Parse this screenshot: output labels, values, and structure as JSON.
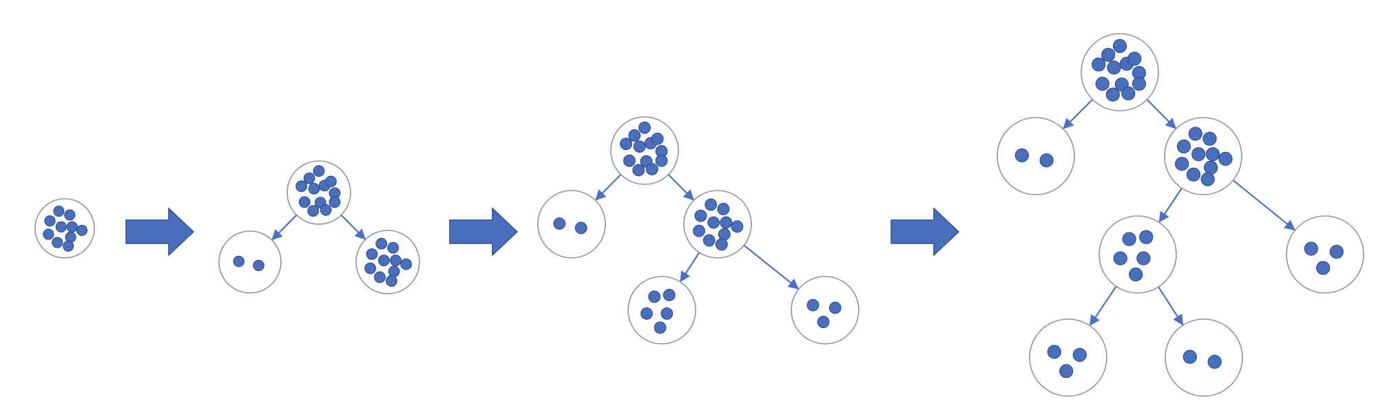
{
  "colors": {
    "background": "#ffffff",
    "node_outline": "#8a94a6",
    "dot_fill": "#4a6fbd",
    "dot_stroke": "#2f4f8f",
    "edge": "#4a72c4",
    "arrow_fill": "#4a6fbd",
    "arrow_stroke": "#2f4f8f"
  },
  "stages": [
    {
      "name": "stage-1",
      "nodes": [
        {
          "id": "root",
          "points": 10
        }
      ],
      "edges": []
    },
    {
      "name": "stage-2",
      "nodes": [
        {
          "id": "root",
          "points": 12
        },
        {
          "id": "left",
          "points": 2
        },
        {
          "id": "right",
          "points": 10
        }
      ],
      "edges": [
        [
          "root",
          "left"
        ],
        [
          "root",
          "right"
        ]
      ]
    },
    {
      "name": "stage-3",
      "nodes": [
        {
          "id": "root",
          "points": 12
        },
        {
          "id": "left",
          "points": 2
        },
        {
          "id": "right",
          "points": 10
        },
        {
          "id": "right-left",
          "points": 5
        },
        {
          "id": "right-right",
          "points": 3
        }
      ],
      "edges": [
        [
          "root",
          "left"
        ],
        [
          "root",
          "right"
        ],
        [
          "right",
          "right-left"
        ],
        [
          "right",
          "right-right"
        ]
      ]
    },
    {
      "name": "stage-4",
      "nodes": [
        {
          "id": "root",
          "points": 12
        },
        {
          "id": "left",
          "points": 2
        },
        {
          "id": "right",
          "points": 10
        },
        {
          "id": "right-left",
          "points": 5
        },
        {
          "id": "right-right",
          "points": 3
        },
        {
          "id": "right-left-left",
          "points": 3
        },
        {
          "id": "right-left-right",
          "points": 2
        }
      ],
      "edges": [
        [
          "root",
          "left"
        ],
        [
          "root",
          "right"
        ],
        [
          "right",
          "right-left"
        ],
        [
          "right",
          "right-right"
        ],
        [
          "right-left",
          "right-left-left"
        ],
        [
          "right-left",
          "right-left-right"
        ]
      ]
    }
  ],
  "transition_arrows": 3
}
